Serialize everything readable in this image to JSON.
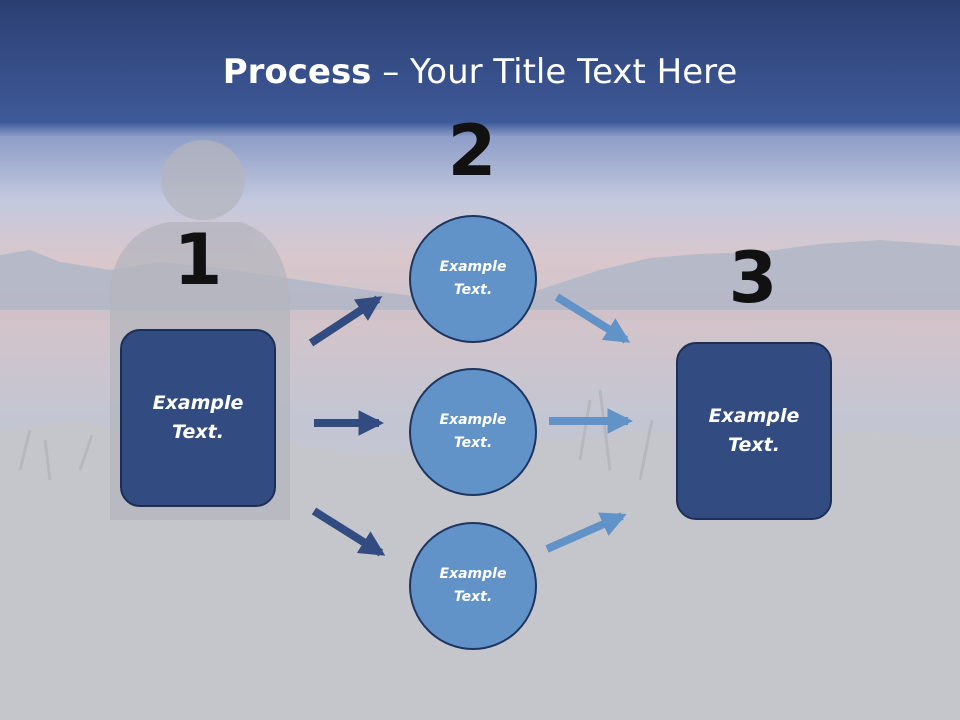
{
  "title": {
    "bold": "Process",
    "rest": " – Your Title Text Here"
  },
  "steps": [
    {
      "number": "1",
      "line1": "Example",
      "line2": "Text."
    },
    {
      "number": "2"
    },
    {
      "number": "3",
      "line1": "Example",
      "line2": "Text."
    }
  ],
  "circles": [
    {
      "line1": "Example",
      "line2": "Text."
    },
    {
      "line1": "Example",
      "line2": "Text."
    },
    {
      "line1": "Example",
      "line2": "Text."
    }
  ],
  "colors": {
    "title_band": "#34508f",
    "box_fill": "#324b80",
    "circle_fill": "#6192c8",
    "dark_arrow": "#324b80",
    "light_arrow": "#6192c8"
  }
}
